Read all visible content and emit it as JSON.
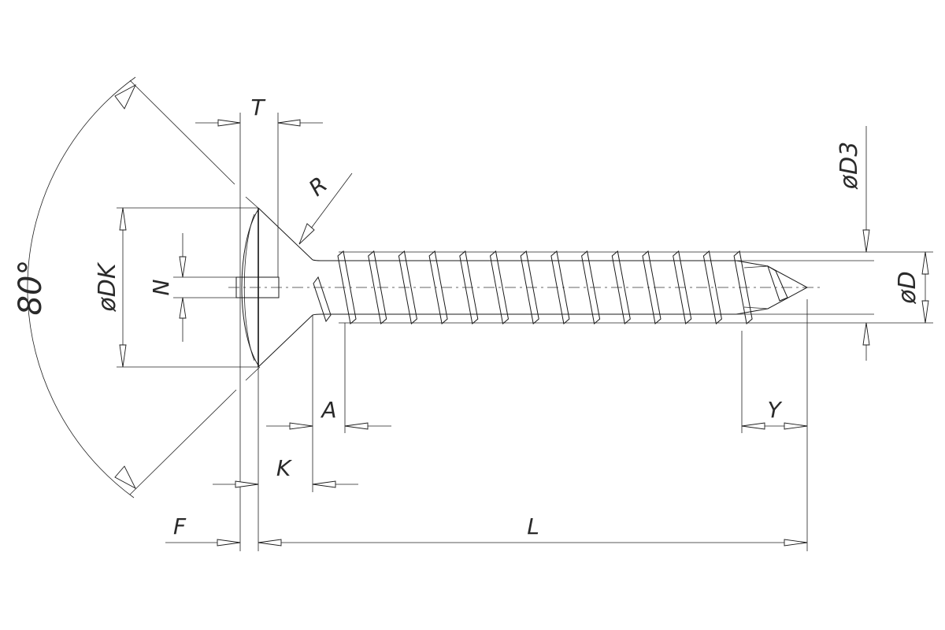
{
  "labels": {
    "angle": "80°",
    "T": "T",
    "R": "R",
    "DK": "øDK",
    "N": "N",
    "A": "A",
    "K": "K",
    "F": "F",
    "L": "L",
    "Y": "Y",
    "D3": "øD3",
    "D": "øD"
  },
  "drawing": {
    "line_color": "#1a1a1a",
    "background": "#ffffff",
    "thread_turns": 14
  }
}
